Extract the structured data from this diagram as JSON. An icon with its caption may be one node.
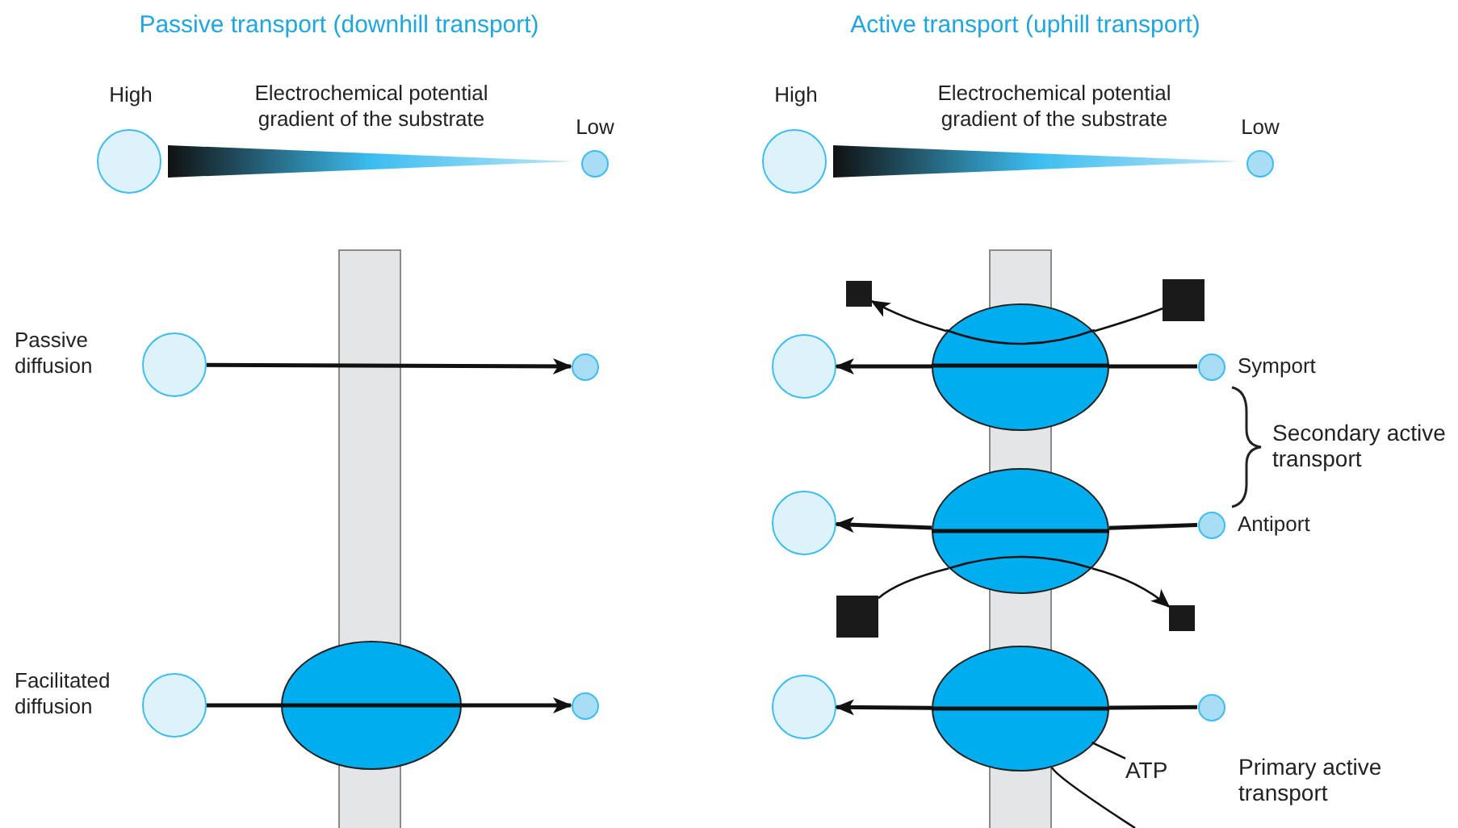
{
  "diagram": {
    "nodes": [
      {
        "text": [],
        "shape": "circle",
        "beside": [
          "High"
        ]
      },
      {
        "text": [],
        "shape": "circle",
        "beside": [
          "Low"
        ]
      },
      {
        "text": [],
        "shape": "circle",
        "beside": [
          "High"
        ]
      },
      {
        "text": [],
        "shape": "circle",
        "beside": [
          "Low"
        ]
      },
      {
        "text": [],
        "shape": "circle",
        "beside": [
          "Passive diffusion"
        ]
      },
      {
        "text": [],
        "shape": "circle"
      },
      {
        "text": [],
        "shape": "ellipse"
      },
      {
        "text": [],
        "shape": "circle",
        "beside": [
          "Facilitated diffusion"
        ]
      },
      {
        "text": [],
        "shape": "circle"
      },
      {
        "text": [],
        "shape": "box"
      },
      {
        "text": [],
        "shape": "box"
      },
      {
        "text": [],
        "shape": "ellipse"
      },
      {
        "text": [],
        "shape": "circle"
      },
      {
        "text": [],
        "shape": "circle",
        "beside": [
          "Symport"
        ]
      },
      {
        "text": [],
        "shape": "ellipse"
      },
      {
        "text": [],
        "shape": "circle"
      },
      {
        "text": [],
        "shape": "circle",
        "beside": [
          "Antiport"
        ]
      },
      {
        "text": [],
        "shape": "box"
      },
      {
        "text": [],
        "shape": "box"
      },
      {
        "text": [],
        "shape": "ellipse"
      },
      {
        "text": [],
        "shape": "circle"
      },
      {
        "text": [],
        "shape": "circle"
      },
      {
        "text": [
          "ATP"
        ]
      }
    ],
    "edges": [
      {
        "from": 4,
        "to": 5,
        "arrow": "to"
      },
      {
        "from": 7,
        "to": 6,
        "arrow": "none"
      },
      {
        "from": 6,
        "to": 8,
        "arrow": "to"
      },
      {
        "from": 13,
        "to": 11,
        "arrow": "none"
      },
      {
        "from": 11,
        "to": 12,
        "arrow": "to"
      },
      {
        "from": 10,
        "to": 11,
        "arrow": "none"
      },
      {
        "from": 11,
        "to": 9,
        "arrow": "to"
      },
      {
        "from": 16,
        "to": 14,
        "arrow": "none"
      },
      {
        "from": 14,
        "to": 15,
        "arrow": "to"
      },
      {
        "from": 17,
        "to": 14,
        "arrow": "none"
      },
      {
        "from": 14,
        "to": 18,
        "arrow": "to"
      },
      {
        "from": 21,
        "to": 19,
        "arrow": "none"
      },
      {
        "from": 19,
        "to": 20,
        "arrow": "to"
      },
      {
        "from": 19,
        "to": 22,
        "arrow": "none"
      },
      {
        "from": 19,
        "to": null,
        "arrow": "none"
      }
    ],
    "labels": [
      "Passive transport (downhill transport)",
      "Active transport (uphill transport)",
      "Electrochemical potential gradient of the substrate",
      "Electrochemical potential gradient of the substrate",
      "Secondary active transport",
      "Primary active transport"
    ]
  }
}
